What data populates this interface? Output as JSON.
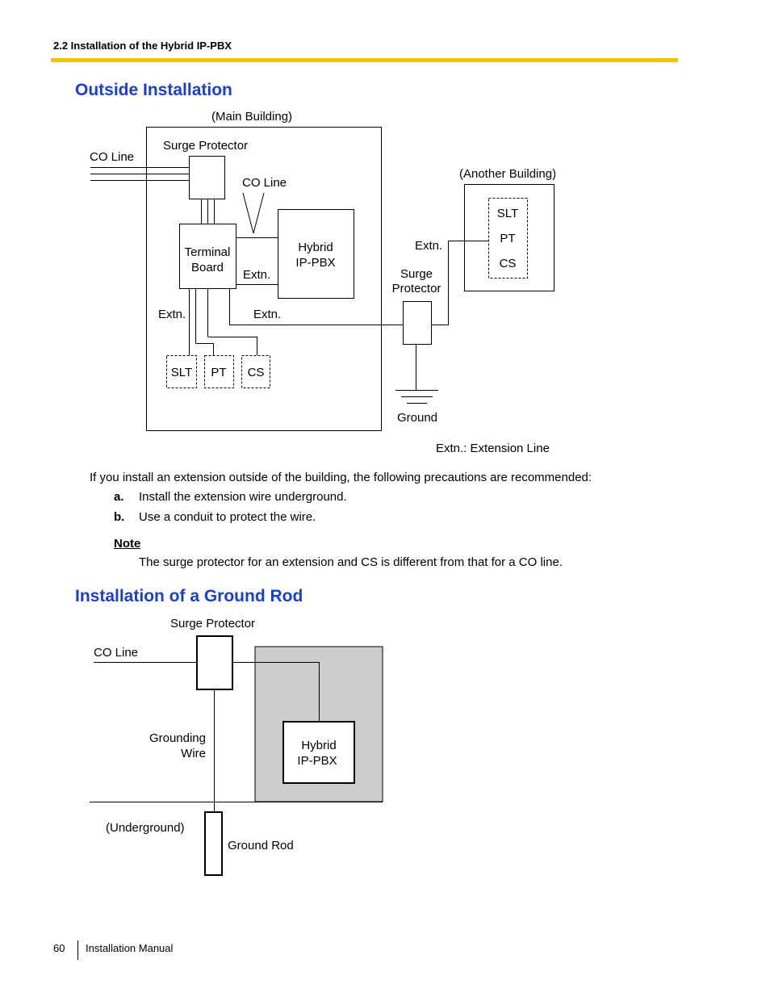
{
  "header": {
    "section": "2.2 Installation of the Hybrid IP-PBX"
  },
  "outside": {
    "title": "Outside Installation",
    "labels": {
      "main_building": "(Main Building)",
      "co_line_left": "CO Line",
      "surge_protector_top": "Surge Protector",
      "co_line_inner": "CO Line",
      "another_building": "(Another Building)",
      "terminal_board_1": "Terminal",
      "terminal_board_2": "Board",
      "pbx_1": "Hybrid",
      "pbx_2": "IP-PBX",
      "extn_pbx": "Extn.",
      "extn_left": "Extn.",
      "extn_mid": "Extn.",
      "extn_right": "Extn.",
      "surge_right_1": "Surge",
      "surge_right_2": "Protector",
      "slt": "SLT",
      "pt": "PT",
      "cs": "CS",
      "slt_r": "SLT",
      "pt_r": "PT",
      "cs_r": "CS",
      "ground": "Ground",
      "legend": "Extn.: Extension Line"
    },
    "intro": "If you install an extension outside of the building, the following precautions are recommended:",
    "items": [
      {
        "letter": "a.",
        "text": "Install the extension wire underground."
      },
      {
        "letter": "b.",
        "text": "Use a conduit to protect the wire."
      }
    ],
    "note_label": "Note",
    "note_text": "The surge protector for an extension and CS is different from that for a CO line."
  },
  "ground_rod": {
    "title": "Installation of a Ground Rod",
    "labels": {
      "surge_protector": "Surge Protector",
      "co_line": "CO Line",
      "grounding_1": "Grounding",
      "grounding_2": "Wire",
      "pbx_1": "Hybrid",
      "pbx_2": "IP-PBX",
      "underground": "(Underground)",
      "ground_rod": "Ground Rod"
    }
  },
  "footer": {
    "page_number": "60",
    "manual": "Installation Manual"
  },
  "colors": {
    "title_blue": "#1a3fcf",
    "header_rule": "#f2c500",
    "building_gray": "#cccccc"
  }
}
